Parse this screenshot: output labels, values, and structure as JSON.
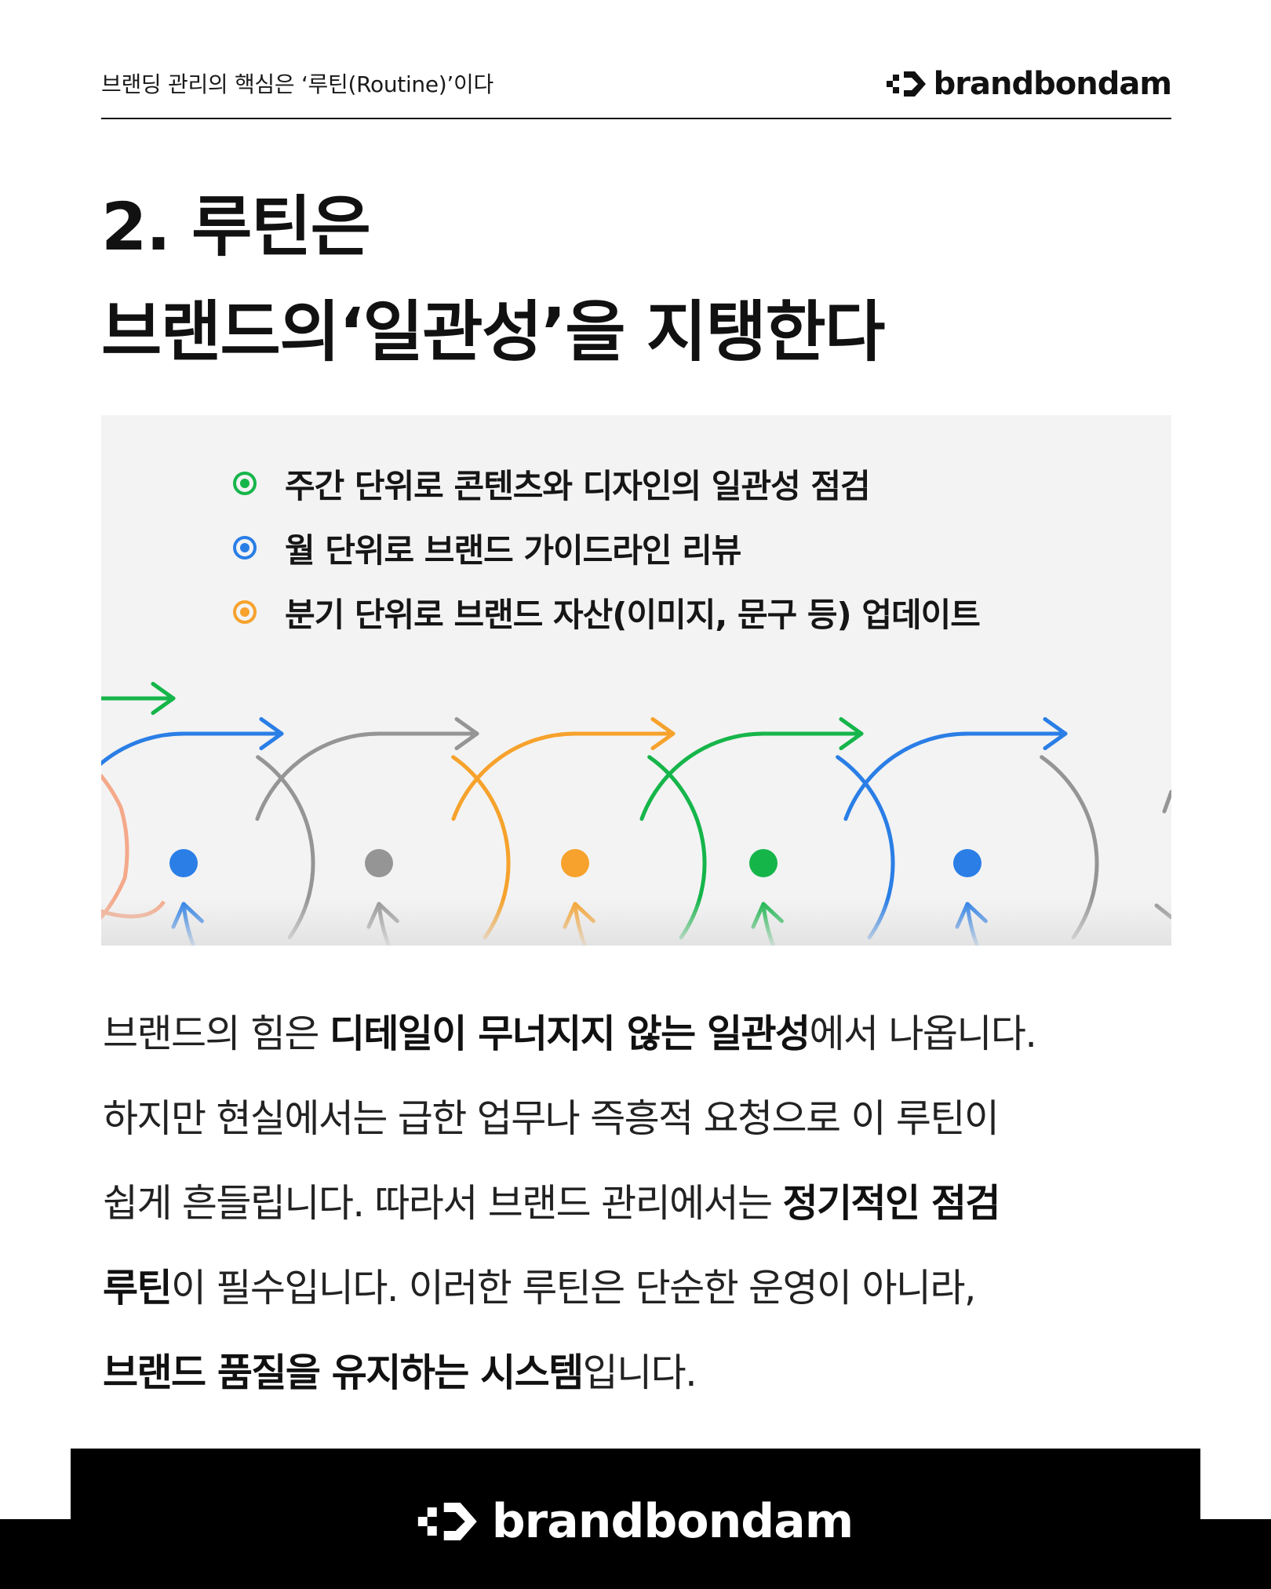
{
  "header": {
    "title": "브랜딩 관리의 핵심은 ‘루틴(Routine)’이다",
    "brand": "brandbondam"
  },
  "heading": {
    "line1": "2. 루틴은",
    "line2": "브랜드의‘일관성’을 지탱한다"
  },
  "legend": [
    {
      "text": "주간 단위로 콘텐츠와 디자인의 일관성 점검",
      "color": "#16b54a",
      "icon": "green-dot-icon"
    },
    {
      "text": "월 단위로 브랜드 가이드라인 리뷰",
      "color": "#2a7ee6",
      "icon": "blue-dot-icon"
    },
    {
      "text": "분기 단위로 브랜드 자산(이미지, 문구 등) 업데이트",
      "color": "#f6a22c",
      "icon": "orange-dot-icon"
    }
  ],
  "colors": {
    "green": "#16b54a",
    "blue": "#2a7ee6",
    "gray": "#959595",
    "orange": "#f6a22c",
    "salmon": "#f4a98a",
    "footer_bg": "#000000"
  },
  "cycle_colors": [
    "blue",
    "gray",
    "orange",
    "green",
    "blue",
    "gray"
  ],
  "body": {
    "l1_a": "브랜드의 힘은 ",
    "l1_b": "디테일이 무너지지 않는 일관성",
    "l1_c": "에서 나옵니다.",
    "l2": "하지만 현실에서는 급한 업무나 즉흥적 요청으로 이 루틴이",
    "l3_a": "쉽게 흔들립니다. 따라서 브랜드 관리에서는 ",
    "l3_b": "정기적인 점검",
    "l4_a": "루틴",
    "l4_b": "이 필수입니다. 이러한 루틴은 단순한 운영이 아니라,",
    "l5_a": "브랜드 품질을 유지하는 시스템",
    "l5_b": "입니다."
  },
  "footer": {
    "brand": "brandbondam"
  }
}
